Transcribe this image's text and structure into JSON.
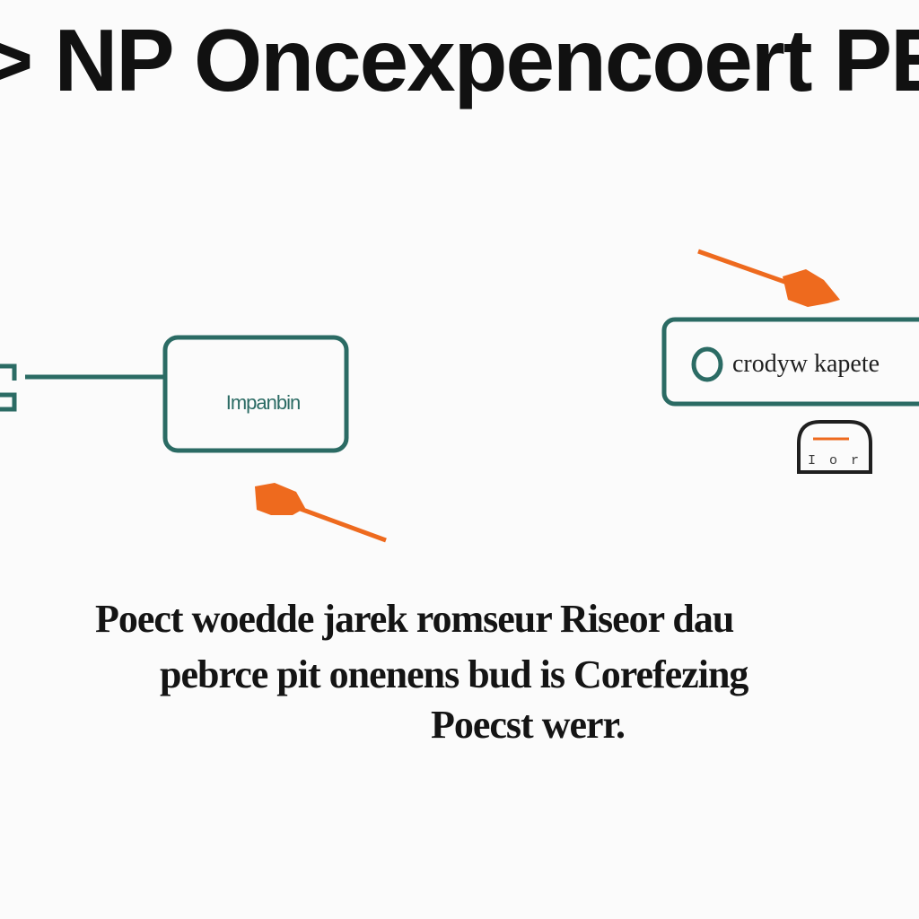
{
  "title": "> NP Oncexpencoert PE",
  "left_box": {
    "label": "Impanbin"
  },
  "right_pill": {
    "label": "crodyw kapete"
  },
  "badge": {
    "label": "I o r"
  },
  "caption": {
    "line1": "Poect woedde jarek romseur Riseor dau",
    "line2": "pebrce pit onenens bud is Corefezing",
    "line3": "Poecst werr."
  },
  "colors": {
    "teal": "#2b6b64",
    "orange": "#ee6a1e",
    "text": "#111111",
    "background": "#fbfbfb"
  }
}
